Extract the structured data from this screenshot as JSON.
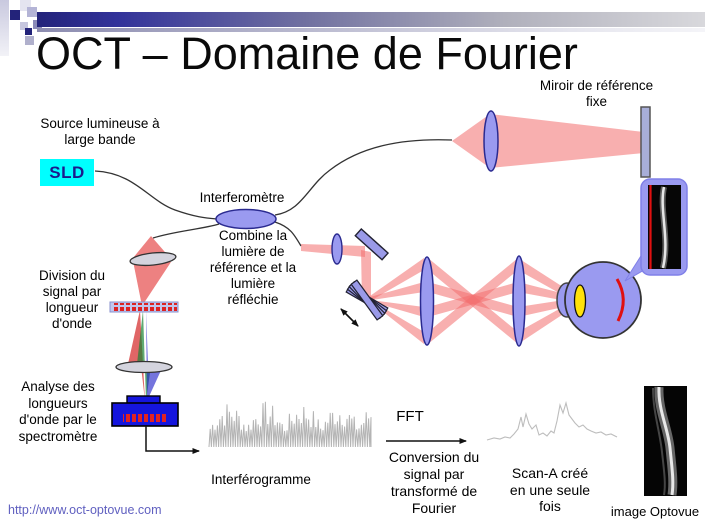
{
  "slide": {
    "title": "OCT – Domaine de Fourier",
    "footer_url": "http://www.oct-optovue.com"
  },
  "labels": {
    "source_line1": "Source lumineuse à",
    "source_line2": "large bande",
    "sld": "SLD",
    "interferometer": "Interferomètre",
    "combine": [
      "Combine la",
      "lumière de",
      "référence et la",
      "lumière",
      "réfléchie"
    ],
    "mirror_line1": "Miroir de référence",
    "mirror_line2": "fixe",
    "division": [
      "Division du",
      "signal par",
      "longueur",
      "d'onde"
    ],
    "analyse": [
      "Analyse des",
      "longueurs",
      "d'onde par le",
      "spectromètre"
    ],
    "interferogram": "Interférogramme",
    "fft": "FFT",
    "conversion": [
      "Conversion du",
      "signal par",
      "transformé de",
      "Fourier"
    ],
    "scan": [
      "Scan-A créé",
      "en une seule",
      "fois"
    ],
    "image_credit": "image Optovue"
  },
  "colors": {
    "header_bar_start": "#23237a",
    "header_bar_end": "#d8d8dc",
    "beam_red": "#f27878",
    "lens_fill": "#9a9af0",
    "lens_stroke": "#2a2a90",
    "mirror_fill": "#a8aed8",
    "eye_fill": "#9a9af0",
    "eye_lens_yellow": "#ffe10a",
    "retina_red": "#e01010",
    "sld_background": "#00ffff",
    "sld_text": "#1b1b8c",
    "detector_blue": "#1515dd",
    "grating_red": "#dd2222",
    "spectrum_green": "#148232",
    "spectrum_blue": "#1e1ec8",
    "waveform_gray": "#b4b4b4",
    "link_blue": "#6060c0"
  }
}
